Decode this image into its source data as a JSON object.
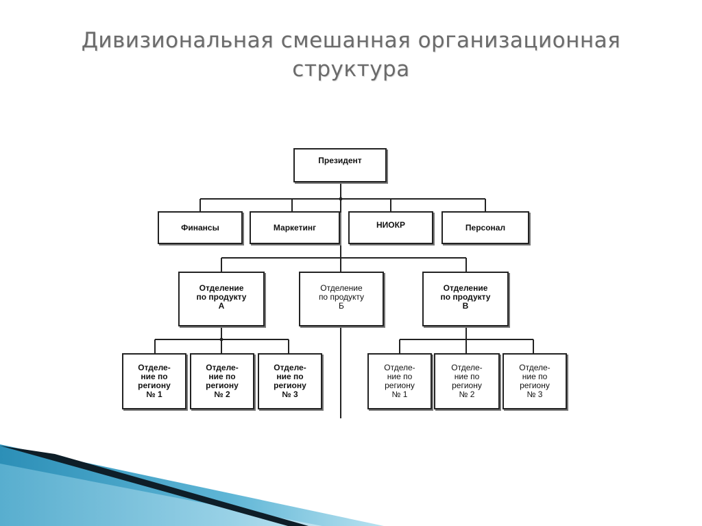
{
  "slide": {
    "title_line1": "Дивизиональная смешанная организационная",
    "title_line2": "структура"
  },
  "nodes": {
    "president": "Президент",
    "finance": "Финансы",
    "marketing": "Маркетинг",
    "rnd": "НИОКР",
    "personnel": "Персонал",
    "division_a": "Отделение\nпо продукту\nА",
    "division_b": "Отделение\nпо продукту\nБ",
    "division_v": "Отделение\nпо продукту\nВ",
    "a_region_1": "Отделе-\nние по\nрегиону\n№ 1",
    "a_region_2": "Отделе-\nние по\nрегиону\n№ 2",
    "a_region_3": "Отделе-\nние по\nрегиону\n№ 3",
    "v_region_1": "Отделе-\nние по\nрегиону\n№ 1",
    "v_region_2": "Отделе-\nние по\nрегиону\n№ 2",
    "v_region_3": "Отделе-\nние по\nрегиону\n№ 3"
  },
  "colors": {
    "title": "#6b6b6b",
    "line": "#222222",
    "corner_dark": "#0e1e28",
    "corner_blue": "#2c8fb7",
    "corner_light": "#9fd6ea"
  }
}
